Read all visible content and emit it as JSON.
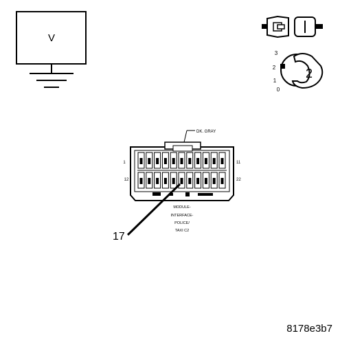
{
  "voltmeter": {
    "symbol": "V"
  },
  "ignition_switch": {
    "positions": [
      "3",
      "2",
      "1",
      "0"
    ],
    "key_position": "2"
  },
  "connector": {
    "wire_color": "DK. GRAY",
    "pin_start_top": "1",
    "pin_end_top": "11",
    "pin_start_bottom": "12",
    "pin_end_bottom": "22",
    "label_lines": [
      "MODULE-",
      "INTERFACE-",
      "POLICE/",
      "TAXI C2"
    ]
  },
  "callout": {
    "pin": "17"
  },
  "figure_id": "8178e3b7"
}
